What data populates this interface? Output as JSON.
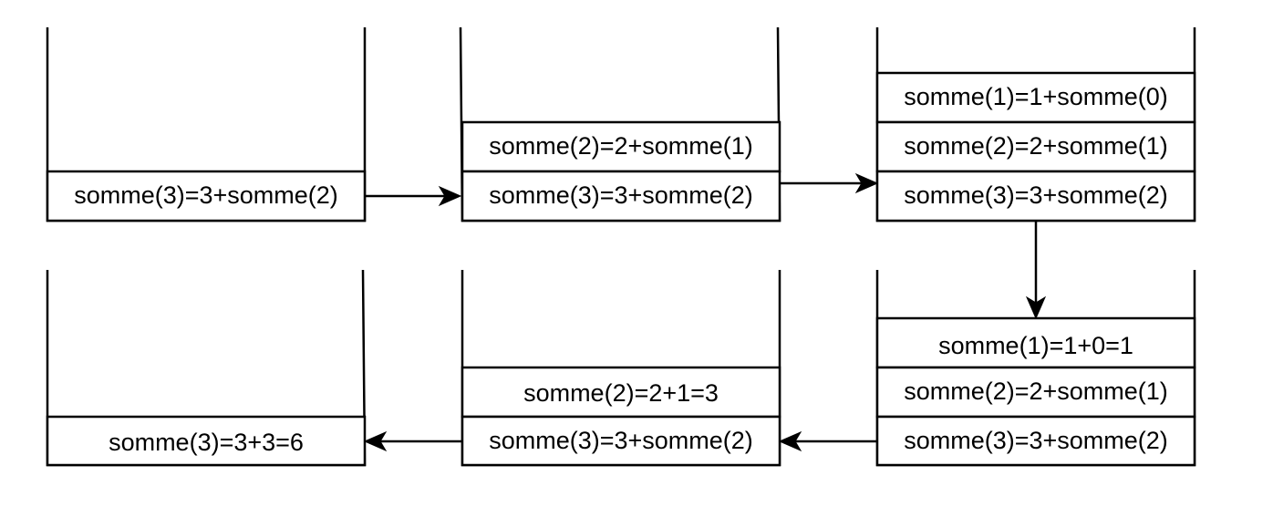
{
  "stacks": [
    {
      "id": "stack-1",
      "frames": [
        "somme(3)=3+somme(2)"
      ]
    },
    {
      "id": "stack-2",
      "frames": [
        "somme(2)=2+somme(1)",
        "somme(3)=3+somme(2)"
      ]
    },
    {
      "id": "stack-3",
      "frames": [
        "somme(1)=1+somme(0)",
        "somme(2)=2+somme(1)",
        "somme(3)=3+somme(2)"
      ]
    },
    {
      "id": "stack-4",
      "frames": [
        "somme(1)=1+0=1",
        "somme(2)=2+somme(1)",
        "somme(3)=3+somme(2)"
      ]
    },
    {
      "id": "stack-5",
      "frames": [
        "somme(2)=2+1=3",
        "somme(3)=3+somme(2)"
      ]
    },
    {
      "id": "stack-6",
      "frames": [
        "somme(3)=3+3=6"
      ]
    }
  ]
}
